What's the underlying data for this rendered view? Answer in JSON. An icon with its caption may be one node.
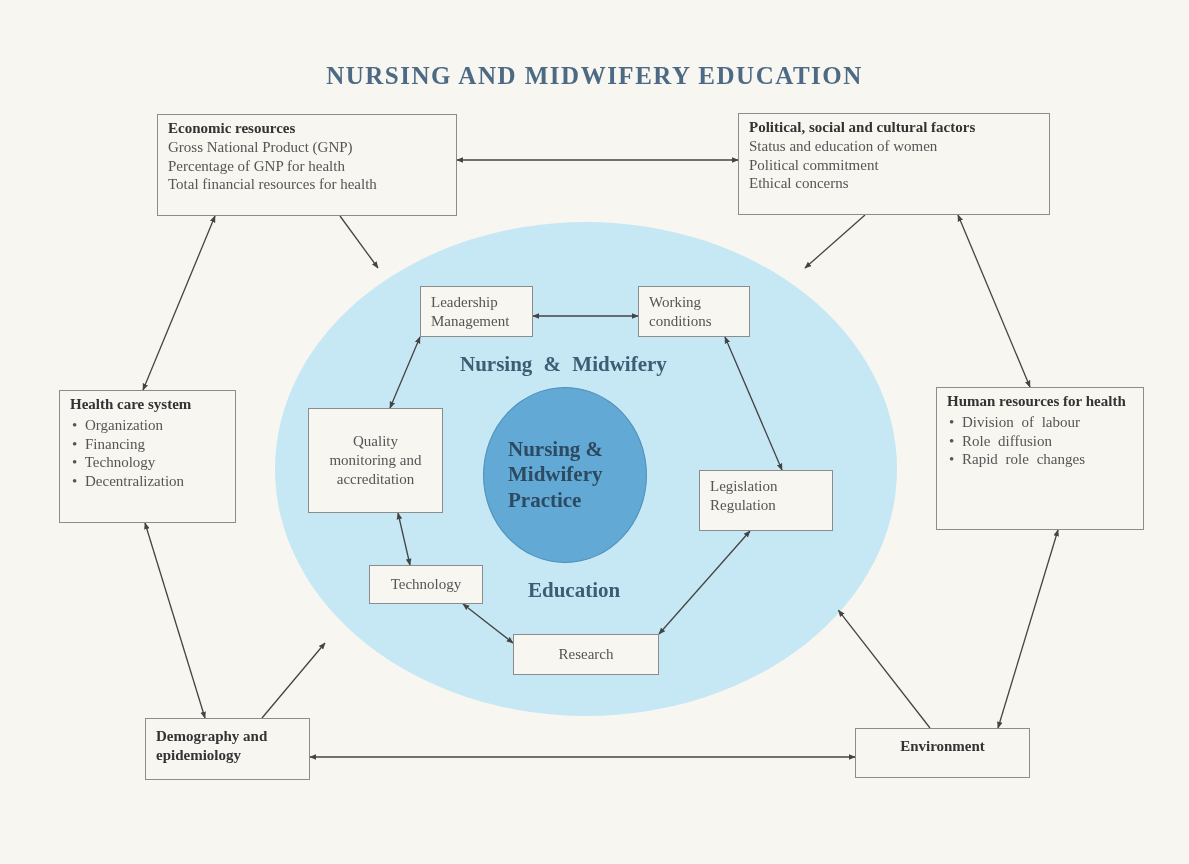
{
  "diagram": {
    "title": "NURSING AND MIDWIFERY EDUCATION",
    "nodes": [
      {
        "text": [
          "Economic resources",
          "Gross National Product (GNP)",
          "Percentage of GNP for health",
          "Total financial resources for health"
        ]
      },
      {
        "text": [
          "Political, social and cultural factors",
          "Status and education of women",
          "Political commitment",
          "Ethical concerns"
        ]
      },
      {
        "text": [
          "Health care system",
          "• Organization",
          "• Financing",
          "• Technology",
          "• Decentralization"
        ]
      },
      {
        "text": [
          "Nursing & Midwifery",
          "Education"
        ]
      },
      {
        "text": [
          "Leadership Management"
        ],
        "in": 3
      },
      {
        "text": [
          "Working conditions"
        ],
        "in": 3
      },
      {
        "text": [
          "Quality monitoring and accreditation"
        ],
        "in": 3
      },
      {
        "text": [
          "Nursing & Midwifery Practice"
        ],
        "in": 3
      },
      {
        "text": [
          "Legislation Regulation"
        ],
        "in": 3
      },
      {
        "text": [
          "Technology"
        ],
        "in": 3
      },
      {
        "text": [
          "Research"
        ],
        "in": 3
      },
      {
        "text": [
          "Human resources for health",
          "• Division of labour",
          "• Role diffusion",
          "• Rapid role changes"
        ]
      },
      {
        "text": [
          "Demography and epidemiology"
        ]
      },
      {
        "text": [
          "Environment"
        ]
      }
    ],
    "edges": [
      {
        "from": 0,
        "to": 1,
        "arrow": "both"
      },
      {
        "from": 0,
        "to": null,
        "arrow": "to"
      },
      {
        "from": 1,
        "to": null,
        "arrow": "to"
      },
      {
        "from": 0,
        "to": 2,
        "arrow": "both"
      },
      {
        "from": 1,
        "to": 11,
        "arrow": "both"
      },
      {
        "from": 4,
        "to": 5,
        "arrow": "both"
      },
      {
        "from": 4,
        "to": 6,
        "arrow": "both"
      },
      {
        "from": 5,
        "to": 8,
        "arrow": "both"
      },
      {
        "from": 6,
        "to": 9,
        "arrow": "both"
      },
      {
        "from": 9,
        "to": 10,
        "arrow": "both"
      },
      {
        "from": 10,
        "to": 8,
        "arrow": "both"
      },
      {
        "from": 2,
        "to": 12,
        "arrow": "both"
      },
      {
        "from": 12,
        "to": null,
        "arrow": "to"
      },
      {
        "from": 12,
        "to": 13,
        "arrow": "both"
      },
      {
        "from": 13,
        "to": 3,
        "arrow": "to"
      },
      {
        "from": 11,
        "to": 13,
        "arrow": "both"
      }
    ]
  }
}
